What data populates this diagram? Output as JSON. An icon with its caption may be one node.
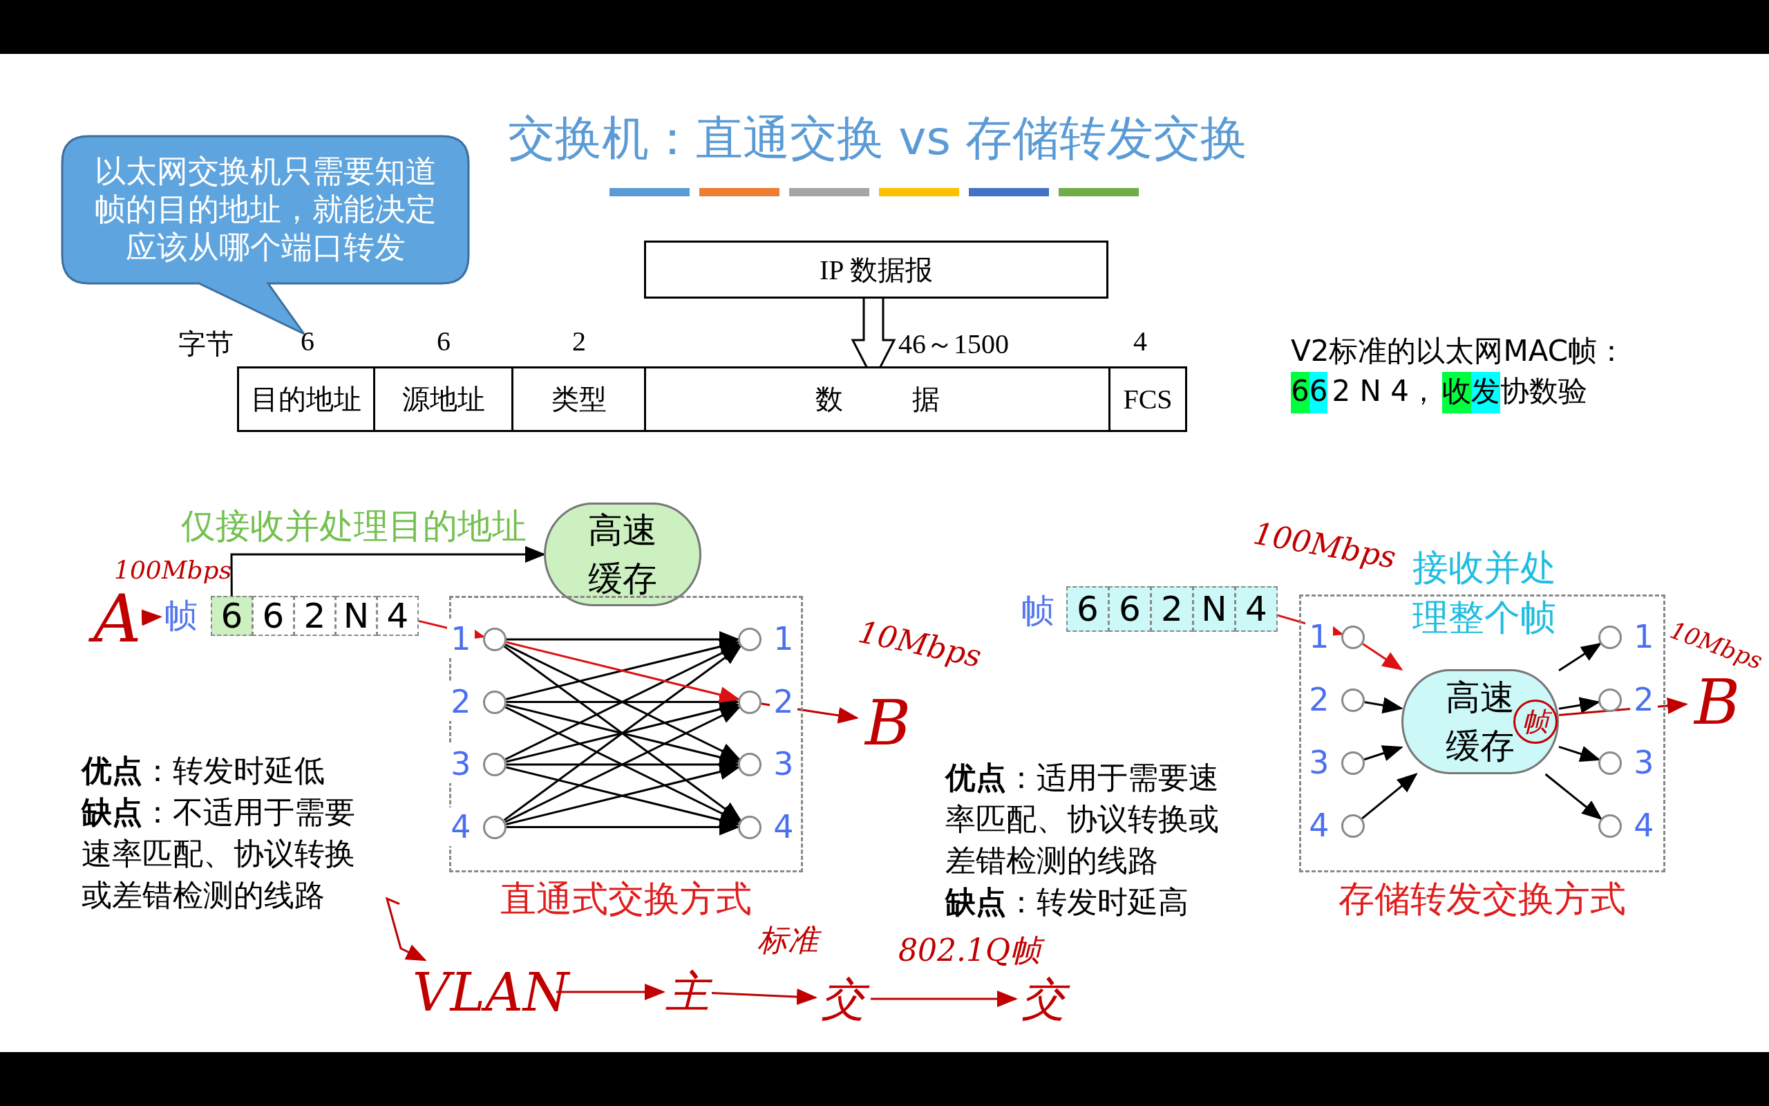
{
  "diagram": {
    "title": "交换机：直通交换 vs 存储转发交换",
    "nodes": [
      {
        "text": [
          "以太网交换机只需要知道帧的目的地址，就能决定应该从哪个端口转发"
        ]
      },
      {
        "text": [
          "IP 数据报"
        ]
      },
      {
        "text": [
          "目的地址"
        ]
      },
      {
        "text": [
          "源地址"
        ]
      },
      {
        "text": [
          "类型"
        ]
      },
      {
        "text": [
          "数 据"
        ]
      },
      {
        "text": [
          "FCS"
        ]
      },
      {
        "text": [
          "A"
        ]
      },
      {
        "text": [
          "帧"
        ]
      },
      {
        "text": [
          "6"
        ]
      },
      {
        "text": [
          "6"
        ]
      },
      {
        "text": [
          "2"
        ]
      },
      {
        "text": [
          "N"
        ]
      },
      {
        "text": [
          "4"
        ]
      },
      {
        "text": [
          "高速缓存"
        ]
      },
      {
        "text": [],
        "shape": "box",
        "beside": [
          "直通式交换方式"
        ]
      },
      {
        "text": [],
        "shape": "circle",
        "beside": [
          "1"
        ],
        "in": 15
      },
      {
        "text": [],
        "shape": "circle",
        "beside": [
          "2"
        ],
        "in": 15
      },
      {
        "text": [],
        "shape": "circle",
        "beside": [
          "3"
        ],
        "in": 15
      },
      {
        "text": [],
        "shape": "circle",
        "beside": [
          "4"
        ],
        "in": 15
      },
      {
        "text": [],
        "shape": "circle",
        "beside": [
          "1"
        ],
        "in": 15
      },
      {
        "text": [],
        "shape": "circle",
        "beside": [
          "2"
        ],
        "in": 15
      },
      {
        "text": [],
        "shape": "circle",
        "beside": [
          "3"
        ],
        "in": 15
      },
      {
        "text": [],
        "shape": "circle",
        "beside": [
          "4"
        ],
        "in": 15
      },
      {
        "text": [
          "B"
        ]
      },
      {
        "text": [
          "**优点**：转发时延低",
          "**缺点**：不适用于需要速率匹配、协议转换或差错检测的线路"
        ]
      },
      {
        "text": [
          "VLAN"
        ]
      },
      {
        "text": [
          "主"
        ]
      },
      {
        "text": [
          "交"
        ]
      },
      {
        "text": [
          "交"
        ]
      },
      {
        "text": [
          "6"
        ]
      },
      {
        "text": [
          "6"
        ]
      },
      {
        "text": [
          "2"
        ]
      },
      {
        "text": [
          "N"
        ]
      },
      {
        "text": [
          "4"
        ]
      },
      {
        "text": [],
        "shape": "box",
        "beside": [
          "存储转发交换方式"
        ]
      },
      {
        "text": [],
        "shape": "circle",
        "beside": [
          "1"
        ],
        "in": 35
      },
      {
        "text": [],
        "shape": "circle",
        "beside": [
          "2"
        ],
        "in": 35
      },
      {
        "text": [],
        "shape": "circle",
        "beside": [
          "3"
        ],
        "in": 35
      },
      {
        "text": [],
        "shape": "circle",
        "beside": [
          "4"
        ],
        "in": 35
      },
      {
        "text": [
          "高速缓存"
        ],
        "in": 35
      },
      {
        "text": [],
        "shape": "circle",
        "beside": [
          "1"
        ],
        "in": 35
      },
      {
        "text": [],
        "shape": "circle",
        "beside": [
          "2"
        ],
        "in": 35
      },
      {
        "text": [],
        "shape": "circle",
        "beside": [
          "3"
        ],
        "in": 35
      },
      {
        "text": [],
        "shape": "circle",
        "beside": [
          "4"
        ],
        "in": 35
      },
      {
        "text": [
          "B"
        ]
      }
    ],
    "edges": [
      {
        "from": 1,
        "to": 5,
        "arrow": "to"
      },
      {
        "from": 7,
        "to": 8,
        "arrow": "to",
        "color": "#c00000"
      },
      {
        "from": 9,
        "to": 14,
        "arrow": "to"
      },
      {
        "from": 13,
        "to": 16,
        "arrow": "to",
        "color": "#dd1111"
      },
      {
        "from": 16,
        "to": 20,
        "arrow": "to"
      },
      {
        "from": 16,
        "to": 22,
        "arrow": "to"
      },
      {
        "from": 16,
        "to": 23,
        "arrow": "to"
      },
      {
        "from": 17,
        "to": 20,
        "arrow": "to"
      },
      {
        "from": 17,
        "to": 21,
        "arrow": "to"
      },
      {
        "from": 17,
        "to": 22,
        "arrow": "to"
      },
      {
        "from": 17,
        "to": 23,
        "arrow": "to"
      },
      {
        "from": 18,
        "to": 20,
        "arrow": "to"
      },
      {
        "from": 18,
        "to": 21,
        "arrow": "to"
      },
      {
        "from": 18,
        "to": 22,
        "arrow": "to"
      },
      {
        "from": 18,
        "to": 23,
        "arrow": "to"
      },
      {
        "from": 19,
        "to": 20,
        "arrow": "to"
      },
      {
        "from": 19,
        "to": 21,
        "arrow": "to"
      },
      {
        "from": 19,
        "to": 22,
        "arrow": "to"
      },
      {
        "from": 19,
        "to": 23,
        "arrow": "to"
      },
      {
        "from": 16,
        "to": 21,
        "arrow": "to",
        "color": "#dd1111"
      },
      {
        "from": 21,
        "to": 24,
        "arrow": "to",
        "color": "#c00000"
      },
      {
        "from": 25,
        "to": 26,
        "arrow": "to",
        "color": "#c00000"
      },
      {
        "from": 26,
        "to": 27,
        "arrow": "to",
        "color": "#c00000"
      },
      {
        "from": 27,
        "to": 28,
        "arrow": "to",
        "label": "标准",
        "color": "#c00000"
      },
      {
        "from": 28,
        "to": 29,
        "arrow": "to",
        "label": "802.1Q帧",
        "color": "#c00000"
      },
      {
        "from": 34,
        "to": 36,
        "arrow": "to",
        "color": "#dd1111"
      },
      {
        "from": 36,
        "to": 40,
        "arrow": "to",
        "color": "#dd1111"
      },
      {
        "from": 37,
        "to": 40,
        "arrow": "to"
      },
      {
        "from": 38,
        "to": 40,
        "arrow": "to"
      },
      {
        "from": 39,
        "to": 40,
        "arrow": "to"
      },
      {
        "from": 40,
        "to": 41,
        "arrow": "to"
      },
      {
        "from": 40,
        "to": 42,
        "arrow": "to"
      },
      {
        "from": 40,
        "to": 43,
        "arrow": "to"
      },
      {
        "from": 40,
        "to": 44,
        "arrow": "to"
      },
      {
        "from": 40,
        "to": 45,
        "arrow": "to",
        "color": "#c00000"
      }
    ],
    "labels": [
      "字节",
      "6",
      "6",
      "2",
      "46～1500",
      "4",
      "V2标准的以太网MAC帧：",
      "6",
      "6",
      "2 N 4，",
      "收",
      "发",
      "协数验",
      "100Mbps",
      "10Mbps",
      "仅接收并处理目的地址",
      "帧",
      "100Mbps",
      "接收并处理整个帧",
      "10Mbps",
      "帧",
      "**优点**：适用于需要速率匹配、协议转换或差错检测的线路",
      "**缺点**：转发时延高"
    ]
  }
}
